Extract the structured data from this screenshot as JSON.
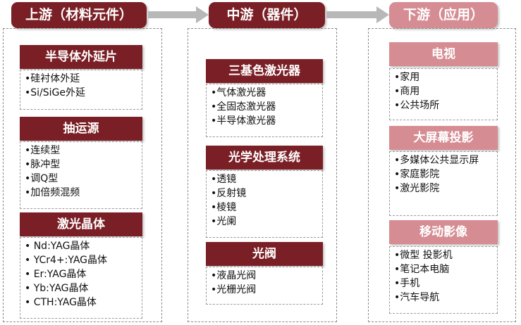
{
  "columns": [
    {
      "title": "上游（材料元件）",
      "sections": [
        {
          "title": "半导体外延片",
          "items": [
            "•硅衬体外延",
            "•Si/SiGe外延"
          ]
        },
        {
          "title": "抽运源",
          "items": [
            "•连续型",
            "•脉冲型",
            "•调Q型",
            "•加倍频混频"
          ]
        },
        {
          "title": "激光晶体",
          "items": [
            "• Nd:YAG晶体",
            "• YCr4+:YAG晶体",
            "• Er:YAG晶体",
            "• Yb:YAG晶体",
            "• CTH:YAG晶体"
          ]
        }
      ]
    },
    {
      "title": "中游（器件）",
      "sections": [
        {
          "title": "三基色激光器",
          "items": [
            "•气体激光器",
            "•全固态激光器",
            "•半导体激光器"
          ]
        },
        {
          "title": "光学处理系统",
          "items": [
            "•透镜",
            "•反射镜",
            "•棱镜",
            "•光阑"
          ]
        },
        {
          "title": "光阀",
          "items": [
            "•液晶光阀",
            "•光栅光阀"
          ]
        }
      ]
    },
    {
      "title": "下游（应用）",
      "sections": [
        {
          "title": "电视",
          "items": [
            "•家用",
            "•商用",
            "•公共场所"
          ]
        },
        {
          "title": "大屏幕投影",
          "items": [
            "•多媒体公共显示屏",
            "•家庭影院",
            "•激光影院"
          ]
        },
        {
          "title": "移动影像",
          "items": [
            "•微型 投影机",
            "•笔记本电脑",
            "•手机",
            "•汽车导航"
          ]
        }
      ]
    }
  ],
  "colors": {
    "upstream_header": "#7a1f25",
    "midstream_header": "#7a1f25",
    "downstream_header": "#d58d93",
    "arrow": "#b8b8b8"
  }
}
